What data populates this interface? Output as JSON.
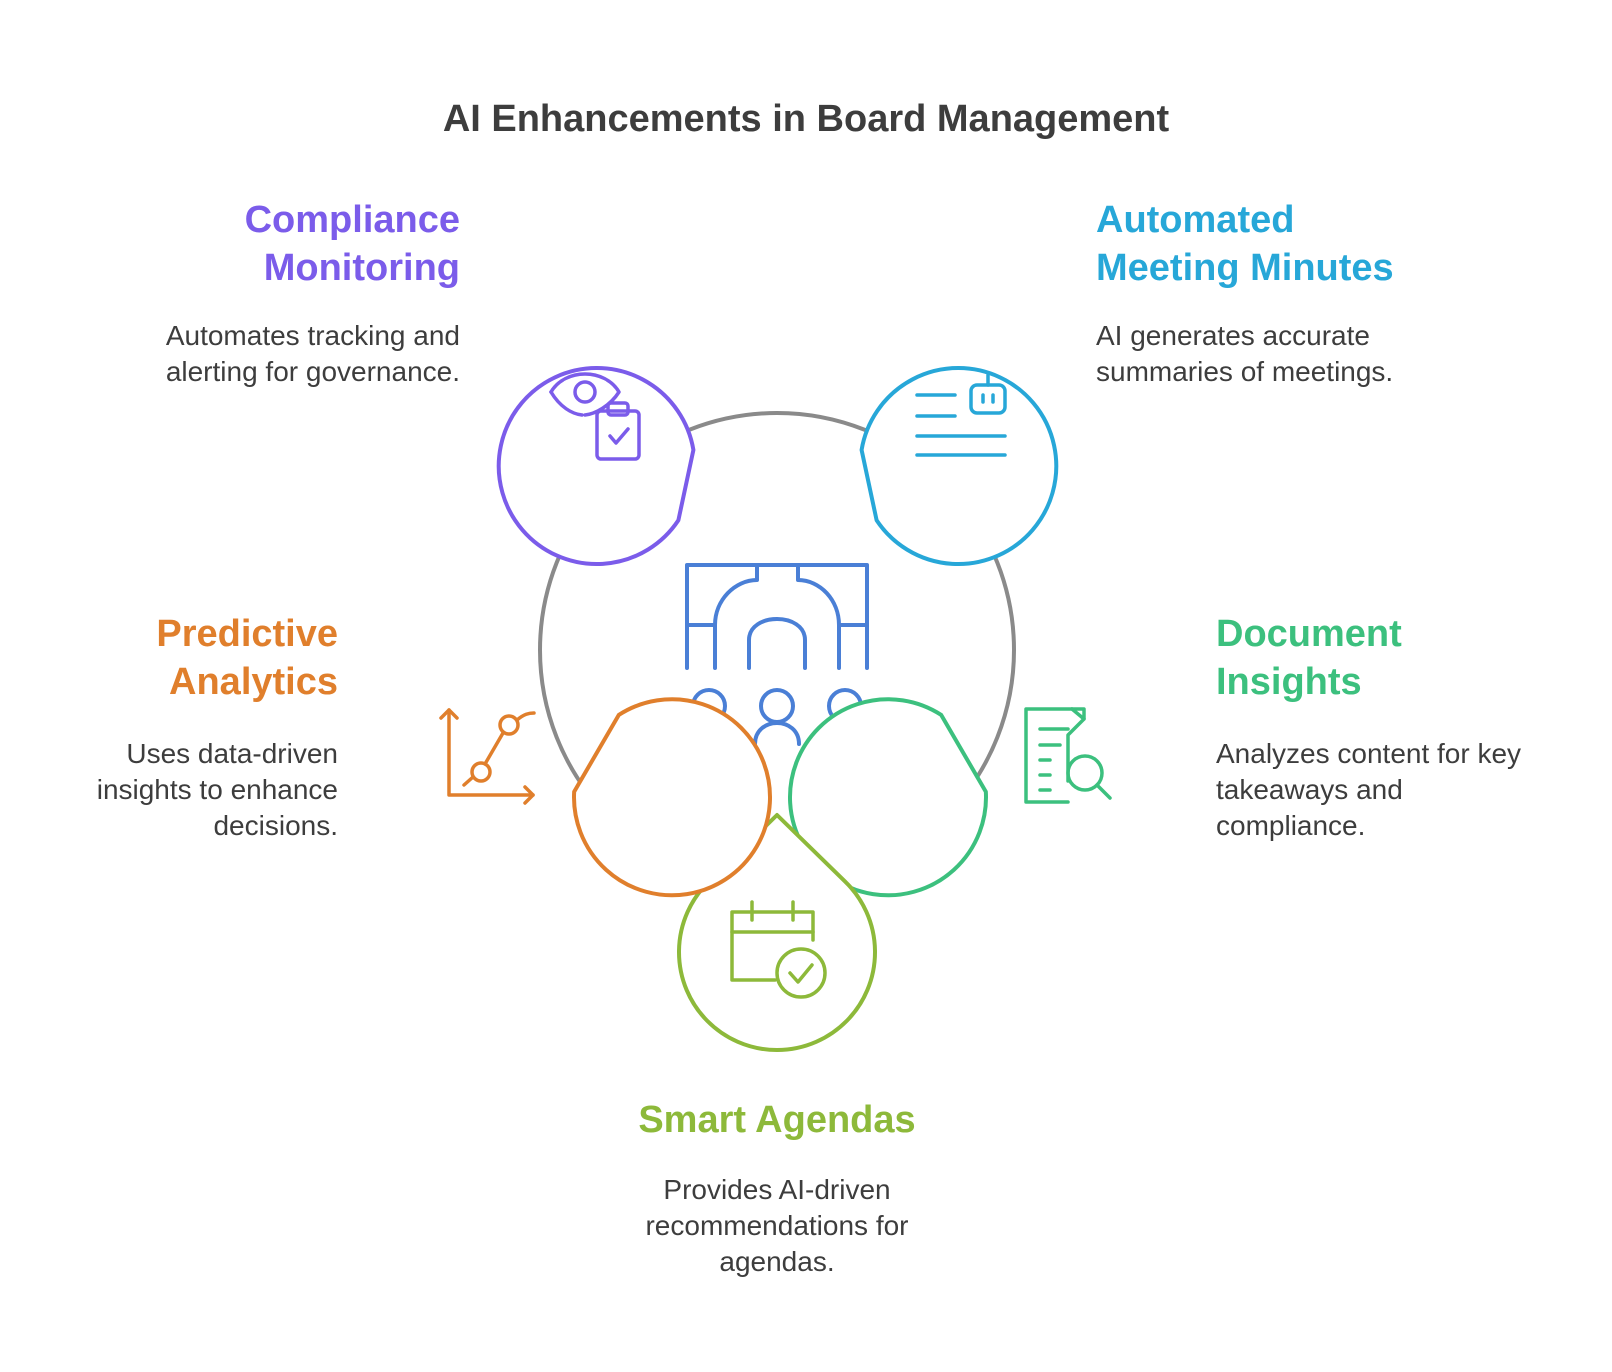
{
  "title": "AI Enhancements in Board Management",
  "center": {
    "icon": "board-meeting-icon",
    "color": "#4a7fd6"
  },
  "ring_color": "#8a8a8a",
  "nodes": [
    {
      "id": "compliance-monitoring",
      "heading_line1": "Compliance",
      "heading_line2": "Monitoring",
      "desc_line1": "Automates tracking and",
      "desc_line2": "alerting for governance.",
      "color": "#7b5cea",
      "icon": "eye-clipboard-check-icon"
    },
    {
      "id": "automated-meeting-minutes",
      "heading_line1": "Automated",
      "heading_line2": "Meeting Minutes",
      "desc_line1": "AI generates accurate",
      "desc_line2": "summaries of meetings.",
      "color": "#27a7d8",
      "icon": "robot-document-icon"
    },
    {
      "id": "document-insights",
      "heading_line1": "Document",
      "heading_line2": "Insights",
      "desc_line1": "Analyzes content for key",
      "desc_line2": "takeaways and",
      "desc_line3": "compliance.",
      "color": "#3cc07e",
      "icon": "document-search-icon"
    },
    {
      "id": "smart-agendas",
      "heading_line1": "Smart Agendas",
      "desc_line1": "Provides AI-driven",
      "desc_line2": "recommendations for",
      "desc_line3": "agendas.",
      "color": "#8db93a",
      "icon": "calendar-check-icon"
    },
    {
      "id": "predictive-analytics",
      "heading_line1": "Predictive",
      "heading_line2": "Analytics",
      "desc_line1": "Uses data-driven",
      "desc_line2": "insights to enhance",
      "desc_line3": "decisions.",
      "color": "#e07f2c",
      "icon": "trend-chart-icon"
    }
  ]
}
